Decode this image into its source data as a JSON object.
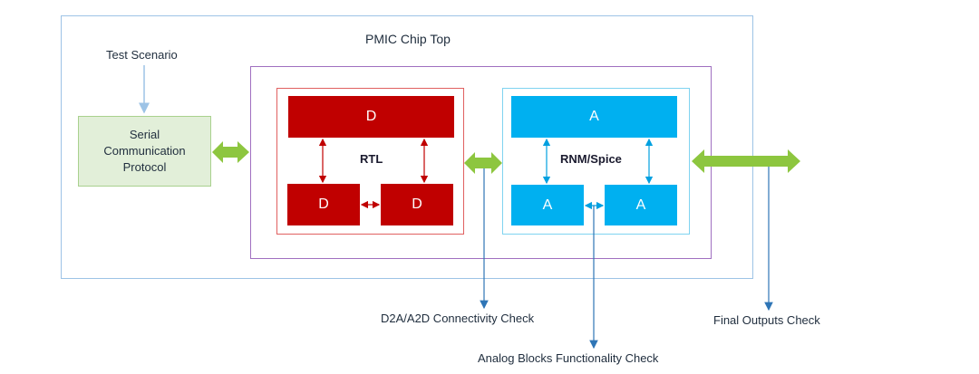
{
  "diagram": {
    "outer_title": "PMIC Chip Top",
    "test_scenario": "Test Scenario",
    "serial_protocol": [
      "Serial",
      "Communication",
      "Protocol"
    ],
    "rtl": {
      "label": "RTL",
      "top": "D",
      "bottom_left": "D",
      "bottom_right": "D"
    },
    "analog": {
      "label": "RNM/Spice",
      "top": "A",
      "bottom_left": "A",
      "bottom_right": "A"
    },
    "checks": {
      "d2a": "D2A/A2D Connectivity Check",
      "analog_func": "Analog Blocks Functionality Check",
      "final": "Final Outputs Check"
    },
    "colors": {
      "digital": "#c00000",
      "analog": "#00b0f0",
      "arrow_green": "#8dc63f",
      "outer_border": "#9dc3e6",
      "mid_border": "#a070c0",
      "serial_fill": "#e2efd9",
      "serial_border": "#a9d18e"
    }
  }
}
